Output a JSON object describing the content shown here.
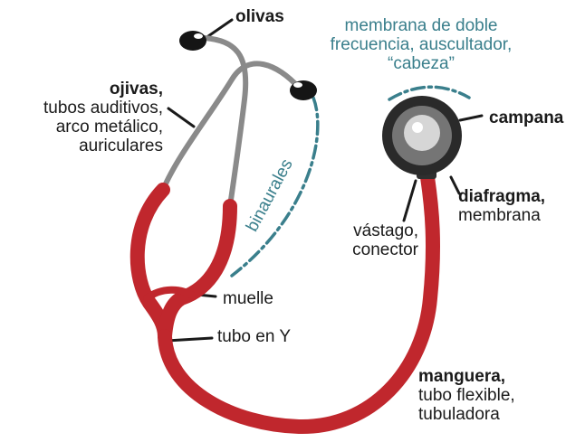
{
  "colors": {
    "tubing": "#c0272d",
    "metal_tubes": "#8a8a8a",
    "chestpiece": "#3a3a3a",
    "accent_teal": "#3a7f8c",
    "text": "#1a1a1a"
  },
  "labels": {
    "olivas": "olivas",
    "ojivas": {
      "title": "ojivas,",
      "lines": [
        "tubos auditivos,",
        "arco metálico,",
        "auriculares"
      ]
    },
    "membrana_doble": {
      "lines": [
        "membrana de doble",
        "frecuencia, auscultador,",
        "“cabeza”"
      ]
    },
    "campana": "campana",
    "diafragma": {
      "title": "diafragma,",
      "subtitle": "membrana"
    },
    "vastago": {
      "lines": [
        "vástago,",
        "conector"
      ]
    },
    "binaurales": "binaurales",
    "muelle": "muelle",
    "tubo_y": "tubo en Y",
    "manguera": {
      "title": "manguera,",
      "lines": [
        "tubo flexible,",
        "tubuladora"
      ]
    }
  }
}
